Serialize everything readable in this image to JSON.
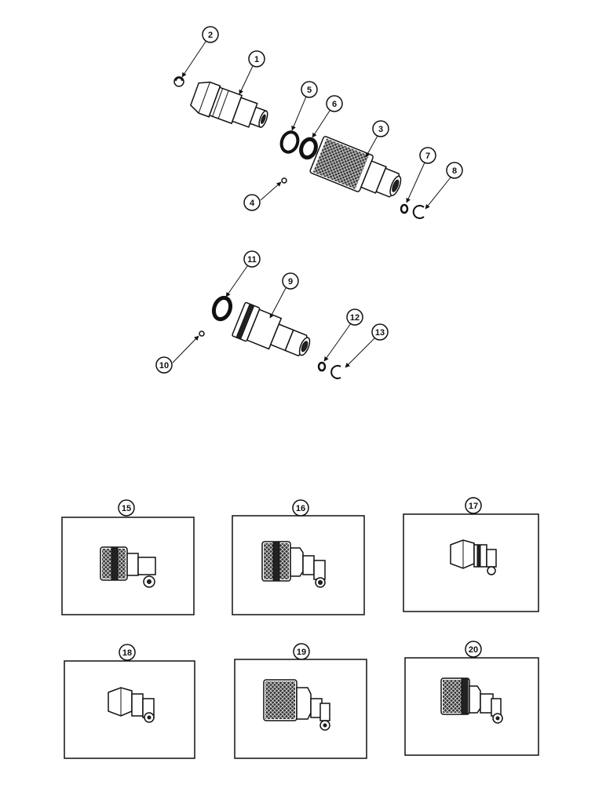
{
  "callouts": [
    {
      "id": "c1",
      "label": "1"
    },
    {
      "id": "c2",
      "label": "2"
    },
    {
      "id": "c3",
      "label": "3"
    },
    {
      "id": "c4",
      "label": "4"
    },
    {
      "id": "c5",
      "label": "5"
    },
    {
      "id": "c6",
      "label": "6"
    },
    {
      "id": "c7",
      "label": "7"
    },
    {
      "id": "c8",
      "label": "8"
    },
    {
      "id": "c9",
      "label": "9"
    },
    {
      "id": "c10",
      "label": "10"
    },
    {
      "id": "c11",
      "label": "11"
    },
    {
      "id": "c12",
      "label": "12"
    },
    {
      "id": "c13",
      "label": "13"
    },
    {
      "id": "c15",
      "label": "15"
    },
    {
      "id": "c16",
      "label": "16"
    },
    {
      "id": "c17",
      "label": "17"
    },
    {
      "id": "c18",
      "label": "18"
    },
    {
      "id": "c19",
      "label": "19"
    },
    {
      "id": "c20",
      "label": "20"
    }
  ],
  "colors": {
    "ink": "#111111",
    "paper": "#ffffff"
  }
}
